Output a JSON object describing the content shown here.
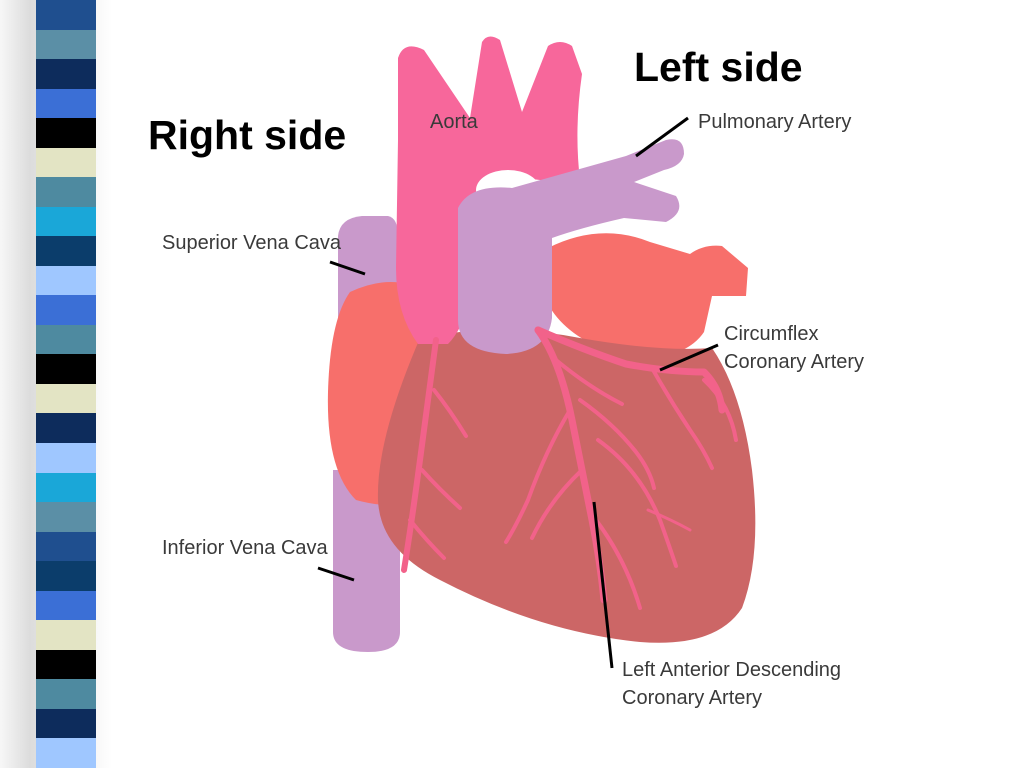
{
  "headings": {
    "left_side": "Left side",
    "right_side": "Right side"
  },
  "labels": {
    "aorta": "Aorta",
    "pulmonary_artery": "Pulmonary Artery",
    "superior_vena_cava": "Superior Vena Cava",
    "inferior_vena_cava": "Inferior Vena Cava",
    "circumflex_line1": "Circumflex",
    "circumflex_line2": "Coronary Artery",
    "lad_line1": "Left Anterior Descending",
    "lad_line2": "Coronary Artery"
  },
  "colors": {
    "aorta": "#f7679b",
    "pulmonary": "#c999cb",
    "vena_cava": "#c999cb",
    "atrium": "#f76f6b",
    "ventricle": "#cc6666",
    "coronary": "#f2628a",
    "strip": [
      "#1f4f8f",
      "#5b8fa6",
      "#0d2c5c",
      "#3b6fd6",
      "#000000",
      "#e3e4c4",
      "#4e8aa0",
      "#1aa7d8",
      "#0b3d6b",
      "#9fc7ff"
    ]
  }
}
